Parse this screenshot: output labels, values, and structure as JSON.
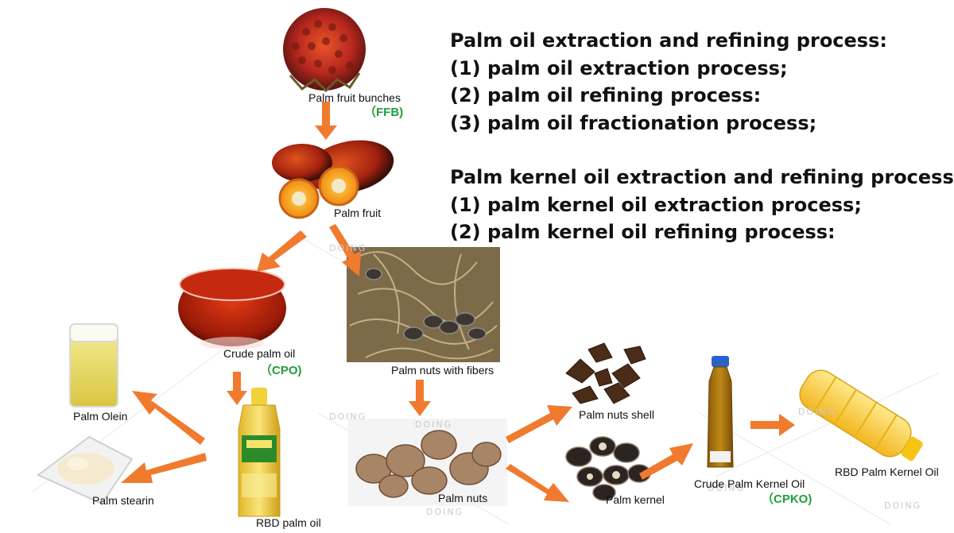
{
  "title_block": {
    "palm_heading": "Palm oil extraction and refining process:",
    "palm_steps": [
      "(1) palm oil extraction process;",
      "(2) palm oil refining process:",
      "(3) palm oil fractionation process;"
    ],
    "kernel_heading": "Palm kernel oil extraction and refining process;",
    "kernel_steps": [
      "(1) palm kernel oil extraction process;",
      "(2) palm kernel oil refining process:"
    ]
  },
  "nodes": {
    "ffb": {
      "label": "Palm fruit bunches",
      "code": "（FFB)"
    },
    "fruit": {
      "label": "Palm fruit"
    },
    "cpo": {
      "label": "Crude palm oil",
      "code": "（CPO)"
    },
    "nuts_fibers": {
      "label": "Palm nuts with fibers"
    },
    "olein": {
      "label": "Palm Olein"
    },
    "stearin": {
      "label": "Palm stearin"
    },
    "rbd_palm": {
      "label": "RBD palm oil"
    },
    "nuts": {
      "label": "Palm nuts"
    },
    "shell": {
      "label": "Palm nuts shell"
    },
    "kernel": {
      "label": "Palm kernel"
    },
    "cpko": {
      "label": "Crude Palm Kernel Oil",
      "code": "（CPKO)"
    },
    "rbd_kernel": {
      "label": "RBD Palm Kernel Oil"
    }
  },
  "watermark": "DOING",
  "colors": {
    "arrow": "#f07a2e",
    "code_green": "#1f9e3a",
    "text": "#111111"
  }
}
